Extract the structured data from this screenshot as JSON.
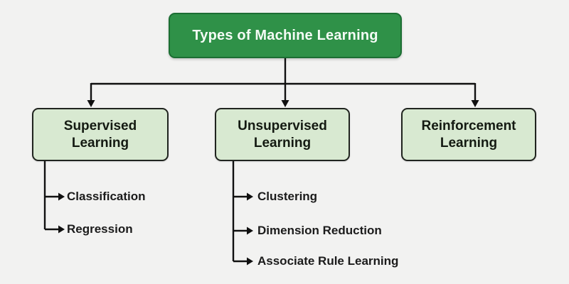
{
  "diagram": {
    "title": "Types of Machine Learning",
    "root": {
      "label": "Types of Machine Learning"
    },
    "branches": [
      {
        "label": "Supervised Learning",
        "children": [
          "Classification",
          "Regression"
        ]
      },
      {
        "label": "Unsupervised Learning",
        "children": [
          "Clustering",
          "Dimension Reduction",
          "Associate Rule Learning"
        ]
      },
      {
        "label": "Reinforcement Learning",
        "children": []
      }
    ],
    "colors": {
      "background": "#f2f2f1",
      "root_fill": "#2f9148",
      "root_border": "#1c6e33",
      "root_text": "#f4fbf5",
      "branch_fill": "#d8e9d1",
      "branch_border": "#20241f",
      "branch_text": "#141a12",
      "connector": "#101010",
      "leaf_text": "#1b1b1b"
    }
  }
}
